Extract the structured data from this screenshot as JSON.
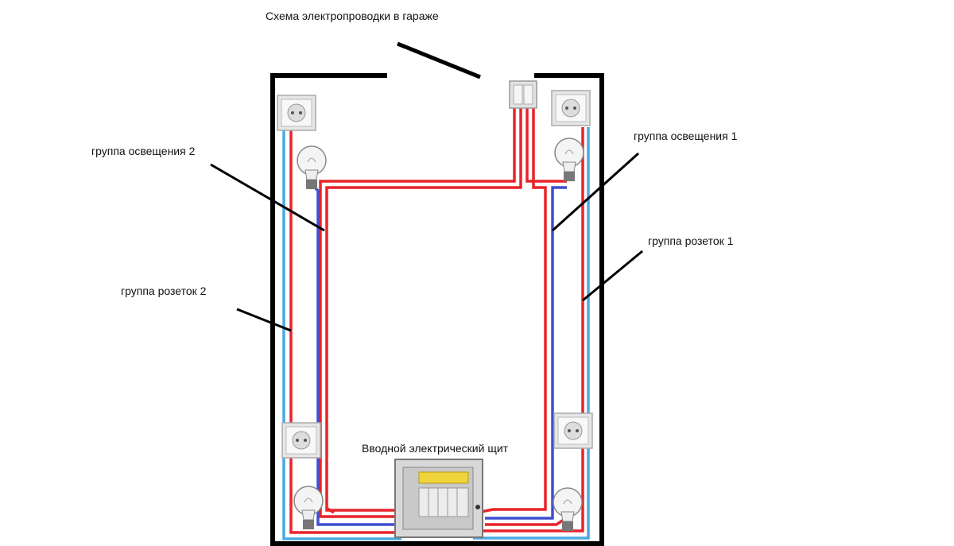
{
  "title": "Схема электропроводки в гараже",
  "labels": {
    "lighting_group_2": "группа освещения 2",
    "lighting_group_1": "группа освещения 1",
    "socket_group_1": "группа розеток 1",
    "socket_group_2": "группа розеток 2",
    "panel": "Вводной электрический щит"
  },
  "colors": {
    "phase": "#e8242a",
    "neutral": "#3f4fd0",
    "socket_neutral": "#4aa9e0",
    "walls": "#000000"
  },
  "icons": [
    "socket-icon",
    "light-bulb-icon",
    "switch-icon",
    "electrical-panel-icon"
  ]
}
